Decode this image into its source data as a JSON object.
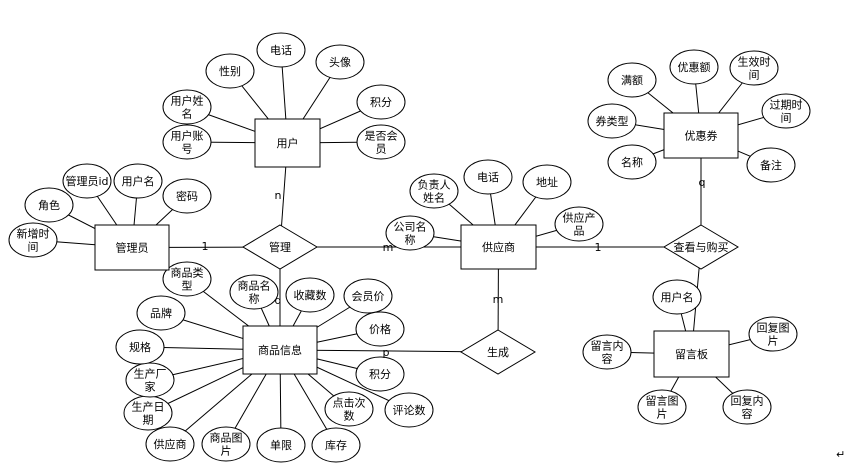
{
  "entities": [
    {
      "id": "user",
      "label": "用户"
    },
    {
      "id": "admin",
      "label": "管理员"
    },
    {
      "id": "supplier",
      "label": "供应商"
    },
    {
      "id": "product",
      "label": "商品信息"
    },
    {
      "id": "coupon",
      "label": "优惠券"
    },
    {
      "id": "board",
      "label": "留言板"
    }
  ],
  "relationships": [
    {
      "id": "manage",
      "label": "管理"
    },
    {
      "id": "generate",
      "label": "生成"
    },
    {
      "id": "view_buy",
      "label": "查看与购买"
    }
  ],
  "attributes": [
    {
      "id": "u_gender",
      "label": [
        "性别"
      ]
    },
    {
      "id": "u_phone",
      "label": [
        "电话"
      ]
    },
    {
      "id": "u_avatar",
      "label": [
        "头像"
      ]
    },
    {
      "id": "u_points",
      "label": [
        "积分"
      ]
    },
    {
      "id": "u_member",
      "label": [
        "是否会",
        "员"
      ]
    },
    {
      "id": "u_name",
      "label": [
        "用户姓",
        "名"
      ]
    },
    {
      "id": "u_account",
      "label": [
        "用户账",
        "号"
      ]
    },
    {
      "id": "a_id",
      "label": [
        "管理员id"
      ]
    },
    {
      "id": "a_uname",
      "label": [
        "用户名"
      ]
    },
    {
      "id": "a_pwd",
      "label": [
        "密码"
      ]
    },
    {
      "id": "a_role",
      "label": [
        "角色"
      ]
    },
    {
      "id": "a_time",
      "label": [
        "新增时",
        "间"
      ]
    },
    {
      "id": "s_person",
      "label": [
        "负责人",
        "姓名"
      ]
    },
    {
      "id": "s_phone",
      "label": [
        "电话"
      ]
    },
    {
      "id": "s_addr",
      "label": [
        "地址"
      ]
    },
    {
      "id": "s_company",
      "label": [
        "公司名",
        "称"
      ]
    },
    {
      "id": "s_product",
      "label": [
        "供应产",
        "品"
      ]
    },
    {
      "id": "p_type",
      "label": [
        "商品类",
        "型"
      ]
    },
    {
      "id": "p_name",
      "label": [
        "商品名",
        "称"
      ]
    },
    {
      "id": "p_fav",
      "label": [
        "收藏数"
      ]
    },
    {
      "id": "p_mprice",
      "label": [
        "会员价"
      ]
    },
    {
      "id": "p_price",
      "label": [
        "价格"
      ]
    },
    {
      "id": "p_points",
      "label": [
        "积分"
      ]
    },
    {
      "id": "p_reviews",
      "label": [
        "评论数"
      ]
    },
    {
      "id": "p_clicks",
      "label": [
        "点击次",
        "数"
      ]
    },
    {
      "id": "p_stock",
      "label": [
        "库存"
      ]
    },
    {
      "id": "p_limit",
      "label": [
        "单限"
      ]
    },
    {
      "id": "p_img",
      "label": [
        "商品图",
        "片"
      ]
    },
    {
      "id": "p_supplier",
      "label": [
        "供应商"
      ]
    },
    {
      "id": "p_date",
      "label": [
        "生产日",
        "期"
      ]
    },
    {
      "id": "p_maker",
      "label": [
        "生产厂",
        "家"
      ]
    },
    {
      "id": "p_spec",
      "label": [
        "规格"
      ]
    },
    {
      "id": "p_brand",
      "label": [
        "品牌"
      ]
    },
    {
      "id": "c_full",
      "label": [
        "满额"
      ]
    },
    {
      "id": "c_amount",
      "label": [
        "优惠额"
      ]
    },
    {
      "id": "c_start",
      "label": [
        "生效时",
        "间"
      ]
    },
    {
      "id": "c_end",
      "label": [
        "过期时",
        "间"
      ]
    },
    {
      "id": "c_type",
      "label": [
        "券类型"
      ]
    },
    {
      "id": "c_name",
      "label": [
        "名称"
      ]
    },
    {
      "id": "c_note",
      "label": [
        "备注"
      ]
    },
    {
      "id": "b_user",
      "label": [
        "用户名"
      ]
    },
    {
      "id": "b_content",
      "label": [
        "留言内",
        "容"
      ]
    },
    {
      "id": "b_reply_img",
      "label": [
        "回复图",
        "片"
      ]
    },
    {
      "id": "b_img",
      "label": [
        "留言图",
        "片"
      ]
    },
    {
      "id": "b_reply_content",
      "label": [
        "回复内",
        "容"
      ]
    }
  ],
  "cardinalities": [
    {
      "id": "c_user_manage",
      "label": "n"
    },
    {
      "id": "c_admin_manage",
      "label": "1"
    },
    {
      "id": "c_supplier_manage",
      "label": "m"
    },
    {
      "id": "c_product_manage",
      "label": "q"
    },
    {
      "id": "c_supplier_generate",
      "label": "m"
    },
    {
      "id": "c_product_generate",
      "label": "p"
    },
    {
      "id": "c_supplier_viewbuy",
      "label": "1"
    },
    {
      "id": "c_coupon_viewbuy",
      "label": "q"
    }
  ],
  "extra_glyph": "↵"
}
